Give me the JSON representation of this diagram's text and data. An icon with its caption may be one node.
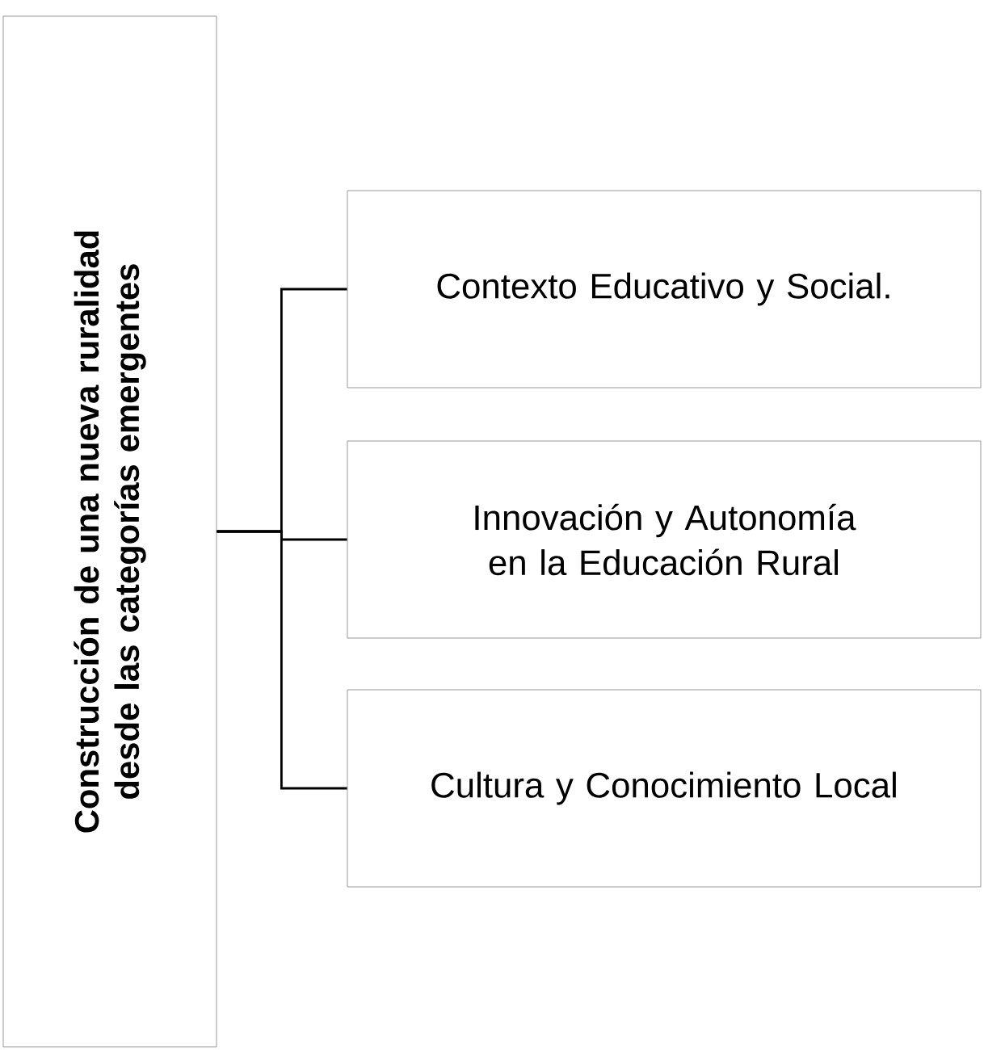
{
  "diagram": {
    "nodes": [
      {
        "text": [
          "Construcción de una nueva ruralidad desde las categorías emergentes"
        ]
      },
      {
        "text": [
          "Contexto Educativo y Social."
        ]
      },
      {
        "text": [
          "Innovación y Autonomía en la Educación Rural"
        ]
      },
      {
        "text": [
          "Cultura y Conocimiento Local"
        ]
      }
    ],
    "edges": [
      {
        "from": 0,
        "to": 1,
        "arrow": "none"
      },
      {
        "from": 0,
        "to": 2,
        "arrow": "none"
      },
      {
        "from": 0,
        "to": 3,
        "arrow": "none"
      }
    ]
  }
}
